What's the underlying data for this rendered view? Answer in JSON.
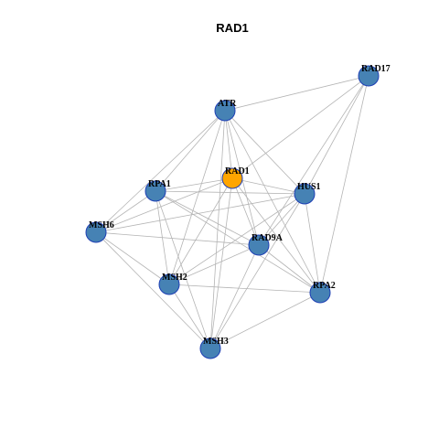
{
  "title": "RAD1",
  "colors": {
    "focus_node": "#FFA500",
    "node": "#4682B4",
    "node_border": "#1E3FB4",
    "edge": "#B4B4B4"
  },
  "nodes": [
    {
      "id": "RAD17",
      "label": "RAD17",
      "focus": false
    },
    {
      "id": "ATR",
      "label": "ATR",
      "focus": false
    },
    {
      "id": "RAD1",
      "label": "RAD1",
      "focus": true
    },
    {
      "id": "RPA1",
      "label": "RPA1",
      "focus": false
    },
    {
      "id": "HUS1",
      "label": "HUS1",
      "focus": false
    },
    {
      "id": "MSH6",
      "label": "MSH6",
      "focus": false
    },
    {
      "id": "RAD9A",
      "label": "RAD9A",
      "focus": false
    },
    {
      "id": "MSH2",
      "label": "MSH2",
      "focus": false
    },
    {
      "id": "RPA2",
      "label": "RPA2",
      "focus": false
    },
    {
      "id": "MSH3",
      "label": "MSH3",
      "focus": false
    }
  ],
  "edges": [
    [
      "ATR",
      "RAD17"
    ],
    [
      "RAD1",
      "RAD17"
    ],
    [
      "HUS1",
      "RAD17"
    ],
    [
      "RAD9A",
      "RAD17"
    ],
    [
      "RPA2",
      "RAD17"
    ],
    [
      "ATR",
      "RAD1"
    ],
    [
      "ATR",
      "RPA1"
    ],
    [
      "ATR",
      "HUS1"
    ],
    [
      "ATR",
      "MSH6"
    ],
    [
      "ATR",
      "RAD9A"
    ],
    [
      "ATR",
      "MSH2"
    ],
    [
      "ATR",
      "RPA2"
    ],
    [
      "ATR",
      "MSH3"
    ],
    [
      "RAD1",
      "RPA1"
    ],
    [
      "RAD1",
      "HUS1"
    ],
    [
      "RAD1",
      "MSH6"
    ],
    [
      "RAD1",
      "RAD9A"
    ],
    [
      "RAD1",
      "MSH2"
    ],
    [
      "RAD1",
      "RPA2"
    ],
    [
      "RAD1",
      "MSH3"
    ],
    [
      "RPA1",
      "HUS1"
    ],
    [
      "RPA1",
      "MSH6"
    ],
    [
      "RPA1",
      "RAD9A"
    ],
    [
      "RPA1",
      "MSH2"
    ],
    [
      "RPA1",
      "RPA2"
    ],
    [
      "RPA1",
      "MSH3"
    ],
    [
      "HUS1",
      "MSH6"
    ],
    [
      "HUS1",
      "RAD9A"
    ],
    [
      "HUS1",
      "MSH2"
    ],
    [
      "HUS1",
      "RPA2"
    ],
    [
      "HUS1",
      "MSH3"
    ],
    [
      "MSH6",
      "RAD9A"
    ],
    [
      "MSH6",
      "MSH2"
    ],
    [
      "MSH6",
      "MSH3"
    ],
    [
      "RAD9A",
      "MSH2"
    ],
    [
      "RAD9A",
      "RPA2"
    ],
    [
      "RAD9A",
      "MSH3"
    ],
    [
      "MSH2",
      "RPA2"
    ],
    [
      "MSH2",
      "MSH3"
    ],
    [
      "RPA2",
      "MSH3"
    ]
  ]
}
